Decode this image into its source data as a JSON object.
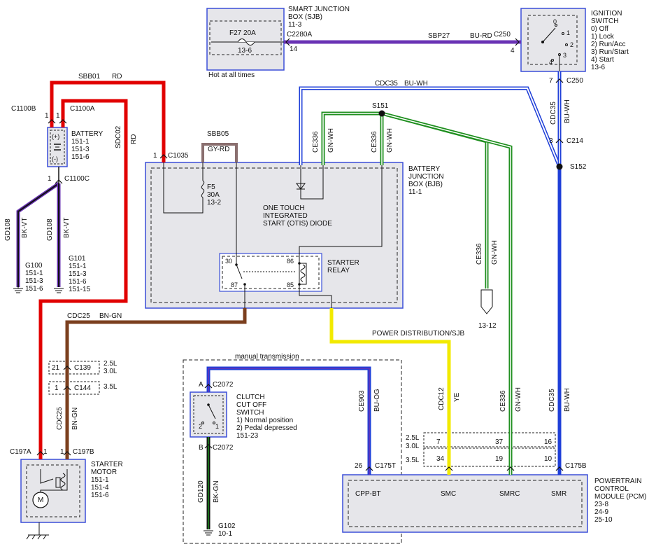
{
  "sjb": {
    "name": "SMART JUNCTION\nBOX (SJB)\n11-3",
    "fuse": "F27   20A",
    "fuse_ref": "13-6",
    "connector": "C2280A",
    "pin": "14",
    "note": "Hot at all times"
  },
  "ignition": {
    "name": "IGNITION\nSWITCH\n0) Off\n1) Lock\n2) Run/Acc\n3) Run/Start\n4) Start\n13-6",
    "contacts": [
      "0",
      "1",
      "2",
      "3",
      "4"
    ],
    "connector": "C250",
    "pin": "4",
    "out_pin": "7",
    "out_connector": "C250"
  },
  "wires": {
    "sbp27": "SBP27",
    "sbp27_color": "BU-RD",
    "sbb01": "SBB01",
    "sbb01_color": "RD",
    "sdc02": "SDC02",
    "sdc02_color": "RD",
    "sbb05": "SBB05",
    "sbb05_color": "GY-RD",
    "cdc35_top": "CDC35",
    "cdc35_top_color": "BU-WH",
    "cdc35_v1": "CDC35",
    "cdc35_v1_color": "BU-WH",
    "ce336_a": "CE336",
    "ce336_a_color": "GN-WH",
    "ce336_b": "CE336",
    "ce336_b_color": "GN-WH",
    "ce336_c": "CE336",
    "ce336_c_color": "GN-WH",
    "ce336_d": "CE336",
    "ce336_d_color": "GN-WH",
    "cdc35_v2": "CDC35",
    "cdc35_v2_color": "BU-WH",
    "gd108_a": "GD108",
    "gd108_a_color": "BK-VT",
    "gd108_b": "GD108",
    "gd108_b_color": "BK-VT",
    "cdc25": "CDC25",
    "cdc25_color": "BN-GN",
    "cdc25_v": "CDC25",
    "cdc25_v_color": "BN-GN",
    "ce903": "CE903",
    "ce903_color": "BU-OG",
    "cdc12": "CDC12",
    "cdc12_color": "YE",
    "gd120": "GD120",
    "gd120_color": "BK-GN",
    "power_dist": "POWER DISTRIBUTION/SJB"
  },
  "battery": {
    "name": "BATTERY\n151-1\n151-3\n151-6",
    "c1100b": "C1100B",
    "c1100a": "C1100A",
    "c1100c": "C1100C",
    "pin_b": "1",
    "pin_a": "1",
    "pin_c": "1",
    "plus": "(+)",
    "minus": "(-)"
  },
  "grounds": {
    "g100": "G100\n151-1\n151-3\n151-6",
    "g101": "G101\n151-1\n151-3\n151-6\n151-15",
    "g102": "G102\n10-1"
  },
  "bjb": {
    "name": "BATTERY\nJUNCTION\nBOX (BJB)\n11-1",
    "connector": "C1035",
    "pin": "1",
    "fuse": "F5\n30A\n13-2",
    "diode": "ONE TOUCH\nINTEGRATED\nSTART (OTIS) DIODE",
    "relay": "STARTER\nRELAY",
    "relay_pins": [
      "30",
      "86",
      "87",
      "85"
    ]
  },
  "splices": {
    "s151": "S151",
    "s152": "S152",
    "c214": "C214",
    "c214_pin": "3"
  },
  "inline": {
    "c139": "C139",
    "c139_pin": "21",
    "c139_var": "2.5L\n3.0L",
    "c144": "C144",
    "c144_pin": "1",
    "c144_var": "3.5L",
    "ref_1312": "13-12"
  },
  "starter": {
    "name": "STARTER\nMOTOR\n151-1\n151-4\n151-6",
    "c197a": "C197A",
    "c197b": "C197B",
    "pin_a": "1",
    "pin_b": "1",
    "motor": "M"
  },
  "clutch": {
    "note": "manual transmission",
    "name": "CLUTCH\nCUT OFF\nSWITCH\n1) Normal position\n2) Pedal depressed\n151-23",
    "c2072a": "C2072",
    "pin_a": "A",
    "c2072b": "C2072",
    "pin_b": "B",
    "pins": [
      "2",
      "1"
    ]
  },
  "pcm": {
    "name": "POWERTRAIN\nCONTROL\nMODULE (PCM)\n23-8\n24-9\n25-10",
    "c175t": "C175T",
    "c175t_pin": "26",
    "c175b": "C175B",
    "terms": [
      "CPP-BT",
      "SMC",
      "SMRC",
      "SMR"
    ],
    "var_25": "2.5L",
    "var_30": "3.0L",
    "var_35": "3.5L",
    "pins_25": [
      "7",
      "37",
      "16"
    ],
    "pins_35": [
      "34",
      "19",
      "10"
    ]
  },
  "colors": {
    "red": "#e10000",
    "purple": "#6a33b5",
    "blue": "#1f3fd8",
    "green": "#1f8f1f",
    "brown": "#7b3f1e",
    "yellow": "#f2ea00",
    "black": "#111111",
    "gray_red": "#8a6f6f",
    "box_blue": "#3b4fd8",
    "box_fill": "#e6e6ea"
  }
}
